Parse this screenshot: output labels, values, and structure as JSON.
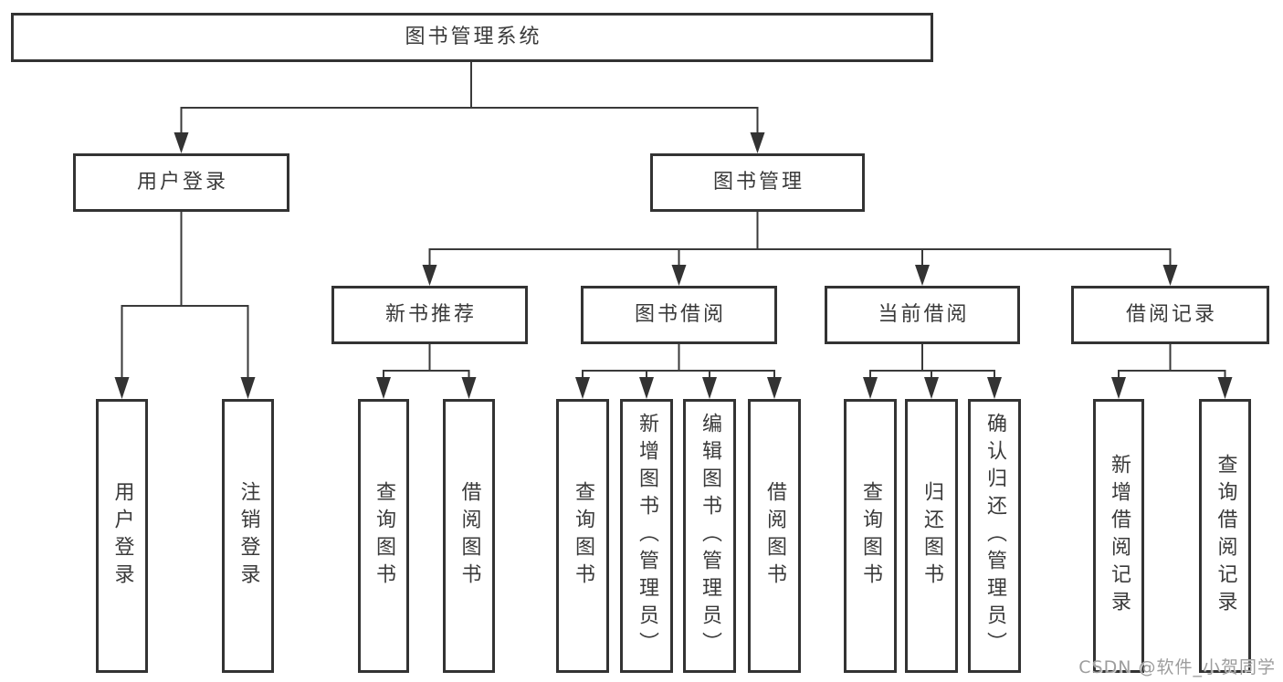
{
  "diagram": {
    "root": {
      "label": "图书管理系统"
    },
    "level2": [
      {
        "label": "用户登录"
      },
      {
        "label": "图书管理"
      }
    ],
    "level3": [
      {
        "label": "新书推荐"
      },
      {
        "label": "图书借阅"
      },
      {
        "label": "当前借阅"
      },
      {
        "label": "借阅记录"
      }
    ],
    "leaves": [
      {
        "label": "用户登录"
      },
      {
        "label": "注销登录"
      },
      {
        "label": "查询图书"
      },
      {
        "label": "借阅图书"
      },
      {
        "label": "查询图书"
      },
      {
        "label": "新增图书（管理员）"
      },
      {
        "label": "编辑图书（管理员）"
      },
      {
        "label": "借阅图书"
      },
      {
        "label": "查询图书"
      },
      {
        "label": "归还图书"
      },
      {
        "label": "确认归还（管理员）"
      },
      {
        "label": "新增借阅记录"
      },
      {
        "label": "查询借阅记录"
      }
    ],
    "colors": {
      "line": "#3a3a3a",
      "border": "#333333",
      "text": "#3a3a3a",
      "box_fill": "#ffffff",
      "background": "#ffffff"
    }
  },
  "watermark": {
    "text": "CSDN @软件_小贺同学",
    "color": "#9d9d9d"
  }
}
